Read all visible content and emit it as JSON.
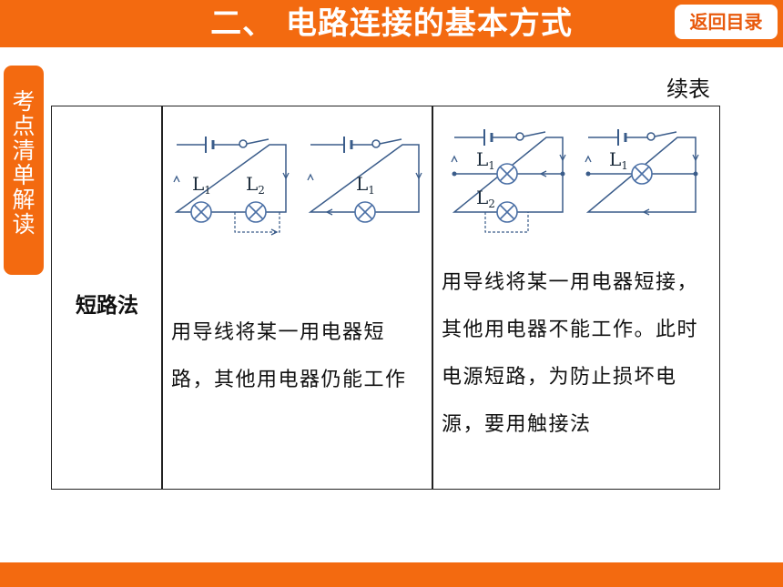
{
  "header": {
    "title": "二、 电路连接的基本方式",
    "back_button": "返回目录"
  },
  "side_tab": {
    "label": "考点清单解读"
  },
  "continued_label": "续表",
  "table": {
    "row_label": "短路法",
    "cell1_text": "用导线将某一用电器短路，其他用电器仍能工作",
    "cell2_text": "用导线将某一用电器短接，其他用电器不能工作。此时电源短路，为防止损坏电源，要用触接法"
  },
  "diagrams": {
    "lamp_L1": "L",
    "sub_1": "1",
    "lamp_L2": "L",
    "sub_2": "2"
  },
  "colors": {
    "accent": "#f36a10",
    "wire": "#3a5c8a",
    "lamp": "#4a6fa5"
  }
}
